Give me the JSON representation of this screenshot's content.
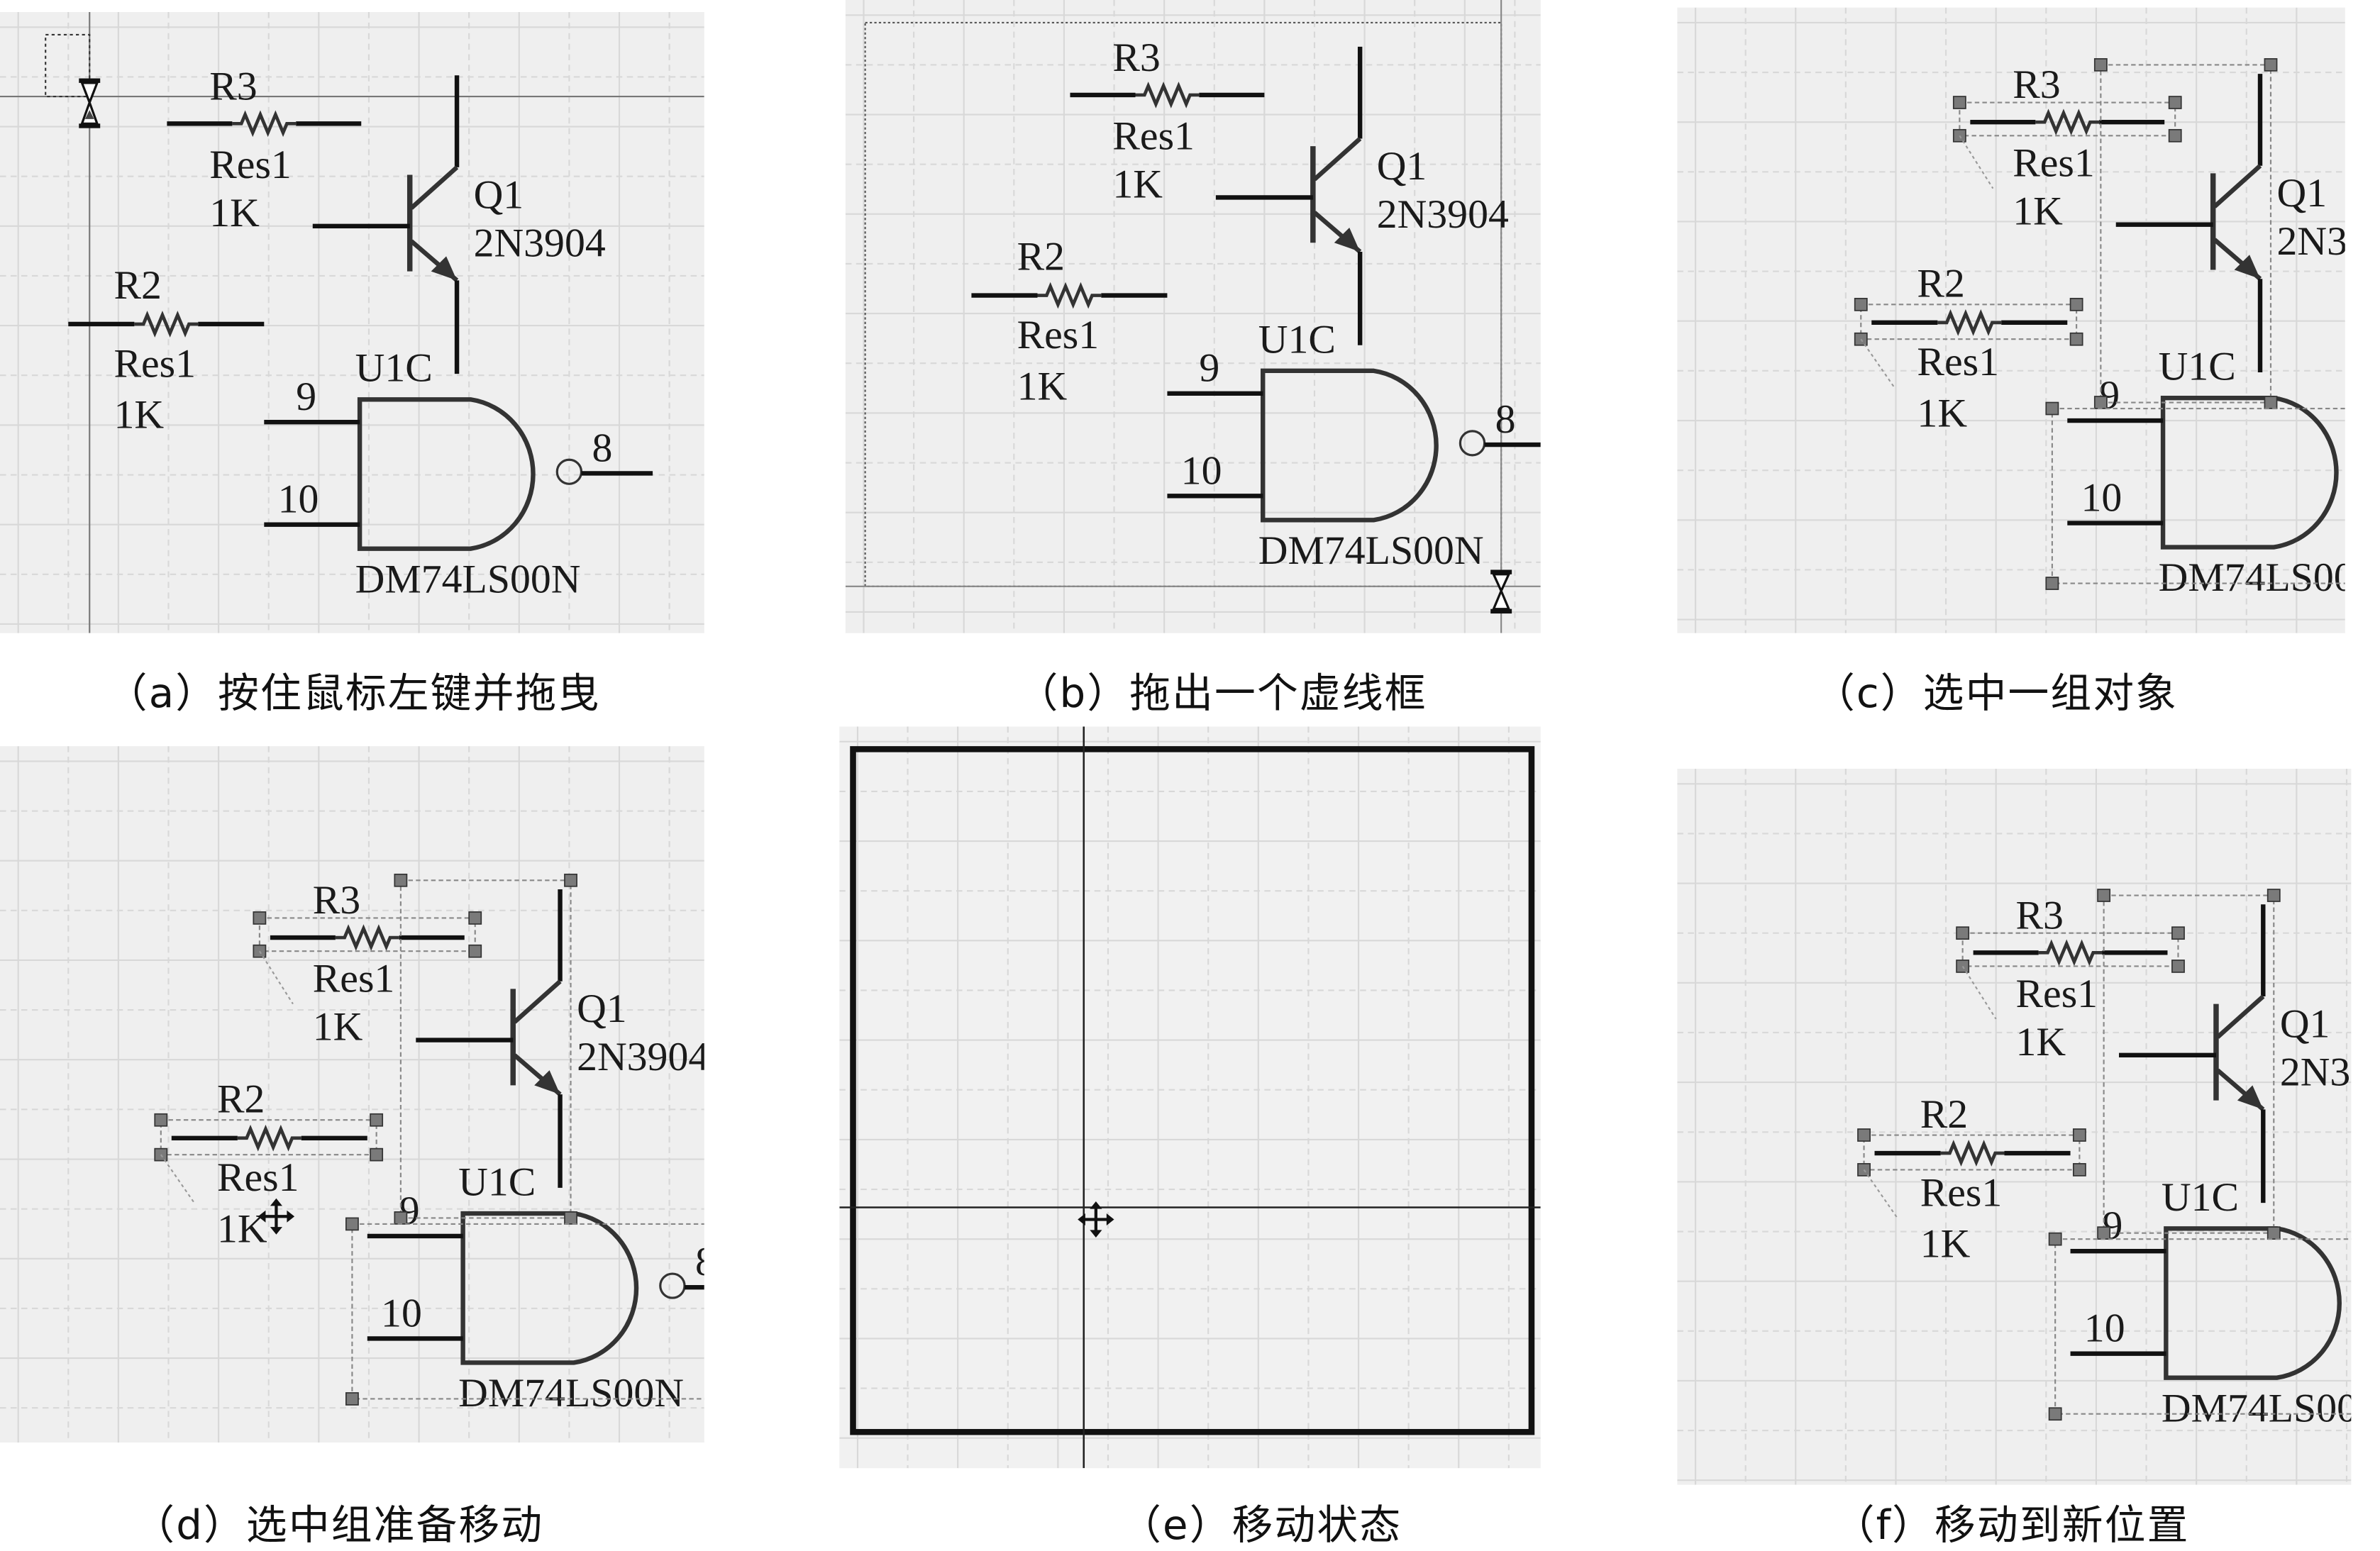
{
  "figure": {
    "panels": [
      {
        "id": "a",
        "caption": "（a）按住鼠标左键并拖曳",
        "state": "press-and-drag",
        "cursor": "hourglass-icon"
      },
      {
        "id": "b",
        "caption": "（b）拖出一个虚线框",
        "state": "dashed-selection-box",
        "cursor": "hourglass-icon"
      },
      {
        "id": "c",
        "caption": "（c）选中一组对象",
        "state": "group-selected"
      },
      {
        "id": "d",
        "caption": "（d）选中组准备移动",
        "state": "ready-to-move",
        "cursor": "move-cursor-icon"
      },
      {
        "id": "e",
        "caption": "（e）移动状态",
        "state": "moving",
        "cursor": "move-cursor-icon"
      },
      {
        "id": "f",
        "caption": "（f）移动到新位置",
        "state": "moved-to-new-position"
      }
    ]
  },
  "components": {
    "r3": {
      "designator": "R3",
      "comment": "Res1",
      "value": "1K"
    },
    "r2": {
      "designator": "R2",
      "comment": "Res1",
      "value": "1K"
    },
    "q1": {
      "designator": "Q1",
      "part": "2N3904"
    },
    "u1c": {
      "designator": "U1C",
      "part": "DM74LS00N",
      "pin_in1": "9",
      "pin_in2": "10",
      "pin_out": "8"
    }
  },
  "colors": {
    "canvas": "#efefef",
    "grid": "#d8d8d8",
    "wire": "#111111",
    "handle": "#7a7a7a",
    "selection": "#888888"
  }
}
